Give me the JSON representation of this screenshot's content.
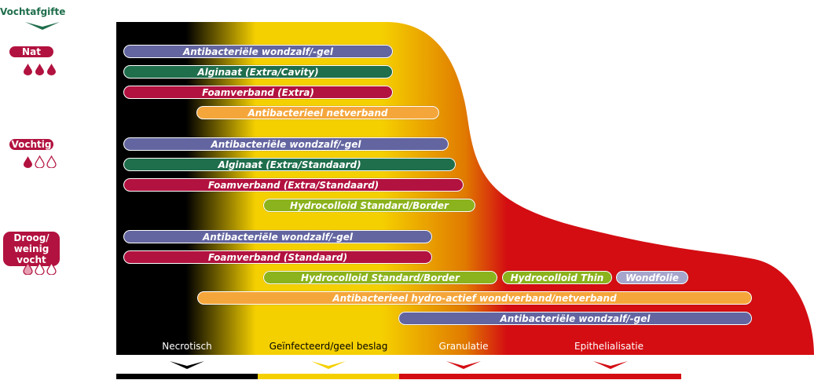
{
  "header": {
    "title": "Vochtafgifte",
    "arrow_icon": "chevron-down-icon"
  },
  "levels": [
    {
      "label": "Nat",
      "drops": [
        "filled",
        "filled",
        "filled"
      ]
    },
    {
      "label": "Vochtig",
      "drops": [
        "filled",
        "outline",
        "outline"
      ]
    },
    {
      "label": "Droog/\nweinig vocht",
      "drops": [
        "light",
        "outline",
        "outline"
      ]
    }
  ],
  "bars": {
    "nat": [
      "Antibacteriële wondzalf/-gel",
      "Alginaat (Extra/Cavity)",
      "Foamverband (Extra)",
      "Antibacterieel netverband"
    ],
    "vochtig": [
      "Antibacteriële wondzalf/-gel",
      "Alginaat (Extra/Standaard)",
      "Foamverband (Extra/Standaard)",
      "Hydrocolloid Standard/Border"
    ],
    "droog": [
      "Antibacteriële wondzalf/-gel",
      "Foamverband (Standaard)",
      "Hydrocolloid Standard/Border",
      "Hydrocolloid Thin",
      "Wondfolie",
      "Antibacterieel hydro-actief wondverband/netverband",
      "Antibacteriële wondzalf/-gel"
    ]
  },
  "phases": [
    "Necrotisch",
    "Geïnfecteerd/geel beslag",
    "Granulatie",
    "Epithelialisatie"
  ],
  "colors": {
    "purple": "#6365a0",
    "green": "#1f6e4c",
    "red": "#b2123f",
    "orange": "#f5a63b",
    "lime": "#8bb31d",
    "lilac": "#a6a6cc",
    "black": "#000000",
    "yellow": "#f5d000",
    "deepred": "#d40d12"
  }
}
